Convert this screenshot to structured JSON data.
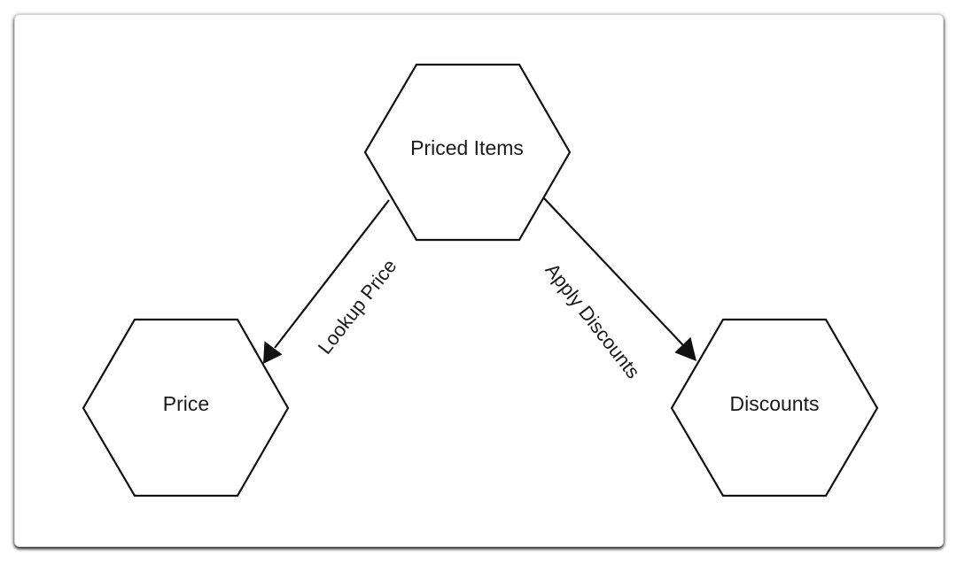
{
  "nodes": [
    {
      "id": "priced-items",
      "label": "Priced Items"
    },
    {
      "id": "price",
      "label": "Price"
    },
    {
      "id": "discounts",
      "label": "Discounts"
    }
  ],
  "edges": [
    {
      "from": "priced-items",
      "to": "price",
      "label": "Lookup Price"
    },
    {
      "from": "priced-items",
      "to": "discounts",
      "label": "Apply Discounts"
    }
  ]
}
